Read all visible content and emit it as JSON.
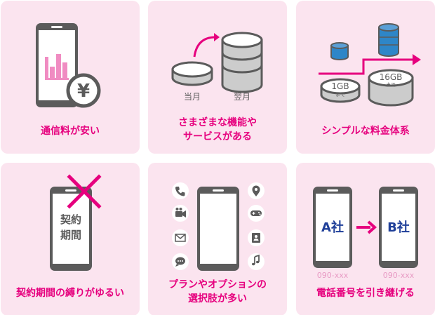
{
  "colors": {
    "card_bg": "#fbe4ef",
    "accent": "#e6007e",
    "phone": "#5b5b5b",
    "company_text": "#1f3f99",
    "phone_number": "#e89ac4",
    "disk_blue": "#2e86c8"
  },
  "cards": [
    {
      "caption": "通信料が安い",
      "icons": [
        "phone-icon",
        "bar-chart-icon",
        "yen-coin-icon"
      ],
      "yen_symbol": "¥"
    },
    {
      "caption_line1": "さまざまな機能や",
      "caption_line2": "サービスがある",
      "label_this_month": "当月",
      "label_next_month": "翌月",
      "icons": [
        "disk-icon",
        "curved-arrow-icon"
      ]
    },
    {
      "caption": "シンプルな料金体系",
      "small_label": "1GB",
      "small_sub": "まで",
      "large_label": "16GB",
      "large_sub": "まで",
      "icons": [
        "disk-icon",
        "database-icon",
        "step-arrow-icon"
      ]
    },
    {
      "caption": "契約期間の縛りがゆるい",
      "phone_text_line1": "契約",
      "phone_text_line2": "期間",
      "icons": [
        "phone-icon",
        "cross-icon"
      ]
    },
    {
      "caption_line1": "プランやオプションの",
      "caption_line2": "選択肢が多い",
      "icons": [
        "phone-call-icon",
        "video-camera-icon",
        "mail-icon",
        "chat-icon",
        "location-pin-icon",
        "gamepad-icon",
        "contacts-icon",
        "music-note-icon"
      ]
    },
    {
      "caption": "電話番号を引き継げる",
      "company_a": "A社",
      "company_b": "B社",
      "number_a": "090-xxx",
      "number_b": "090-xxx",
      "icons": [
        "phone-icon",
        "arrow-right-icon"
      ]
    }
  ]
}
